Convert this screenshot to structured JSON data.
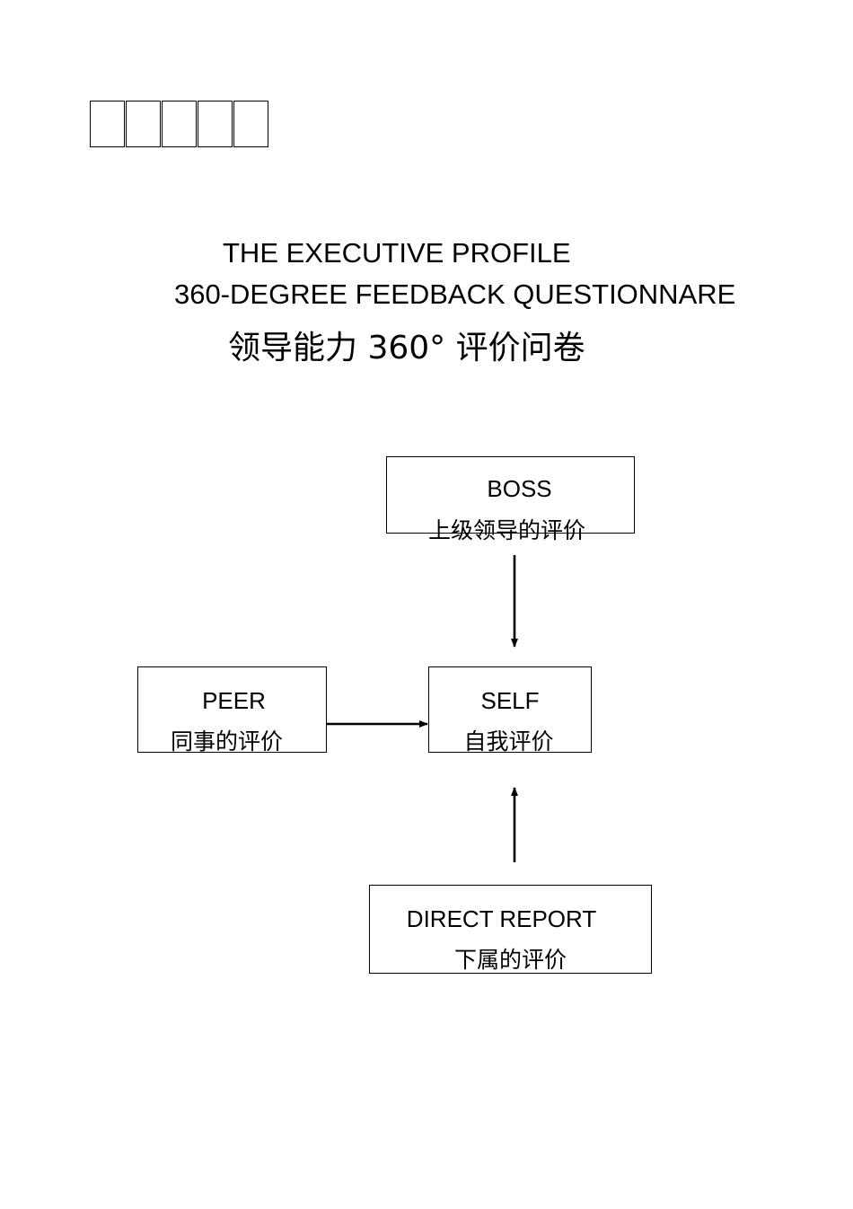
{
  "id_boxes": [
    "",
    "",
    "",
    "",
    ""
  ],
  "title": {
    "line1": "THE EXECUTIVE PROFILE",
    "line2": "360-DEGREE FEEDBACK QUESTIONNARE",
    "line3": "领导能力  360°  评价问卷"
  },
  "diagram": {
    "boss": {
      "label": "BOSS",
      "sub": "上级领导的评价"
    },
    "peer": {
      "label": "PEER",
      "sub": "同事的评价"
    },
    "self": {
      "label": "SELF",
      "sub": "自我评价"
    },
    "direct_report": {
      "label": "DIRECT REPORT",
      "sub": "下属的评价"
    },
    "edges": [
      {
        "from": "boss",
        "to": "self"
      },
      {
        "from": "peer",
        "to": "self"
      },
      {
        "from": "direct_report",
        "to": "self"
      }
    ]
  }
}
